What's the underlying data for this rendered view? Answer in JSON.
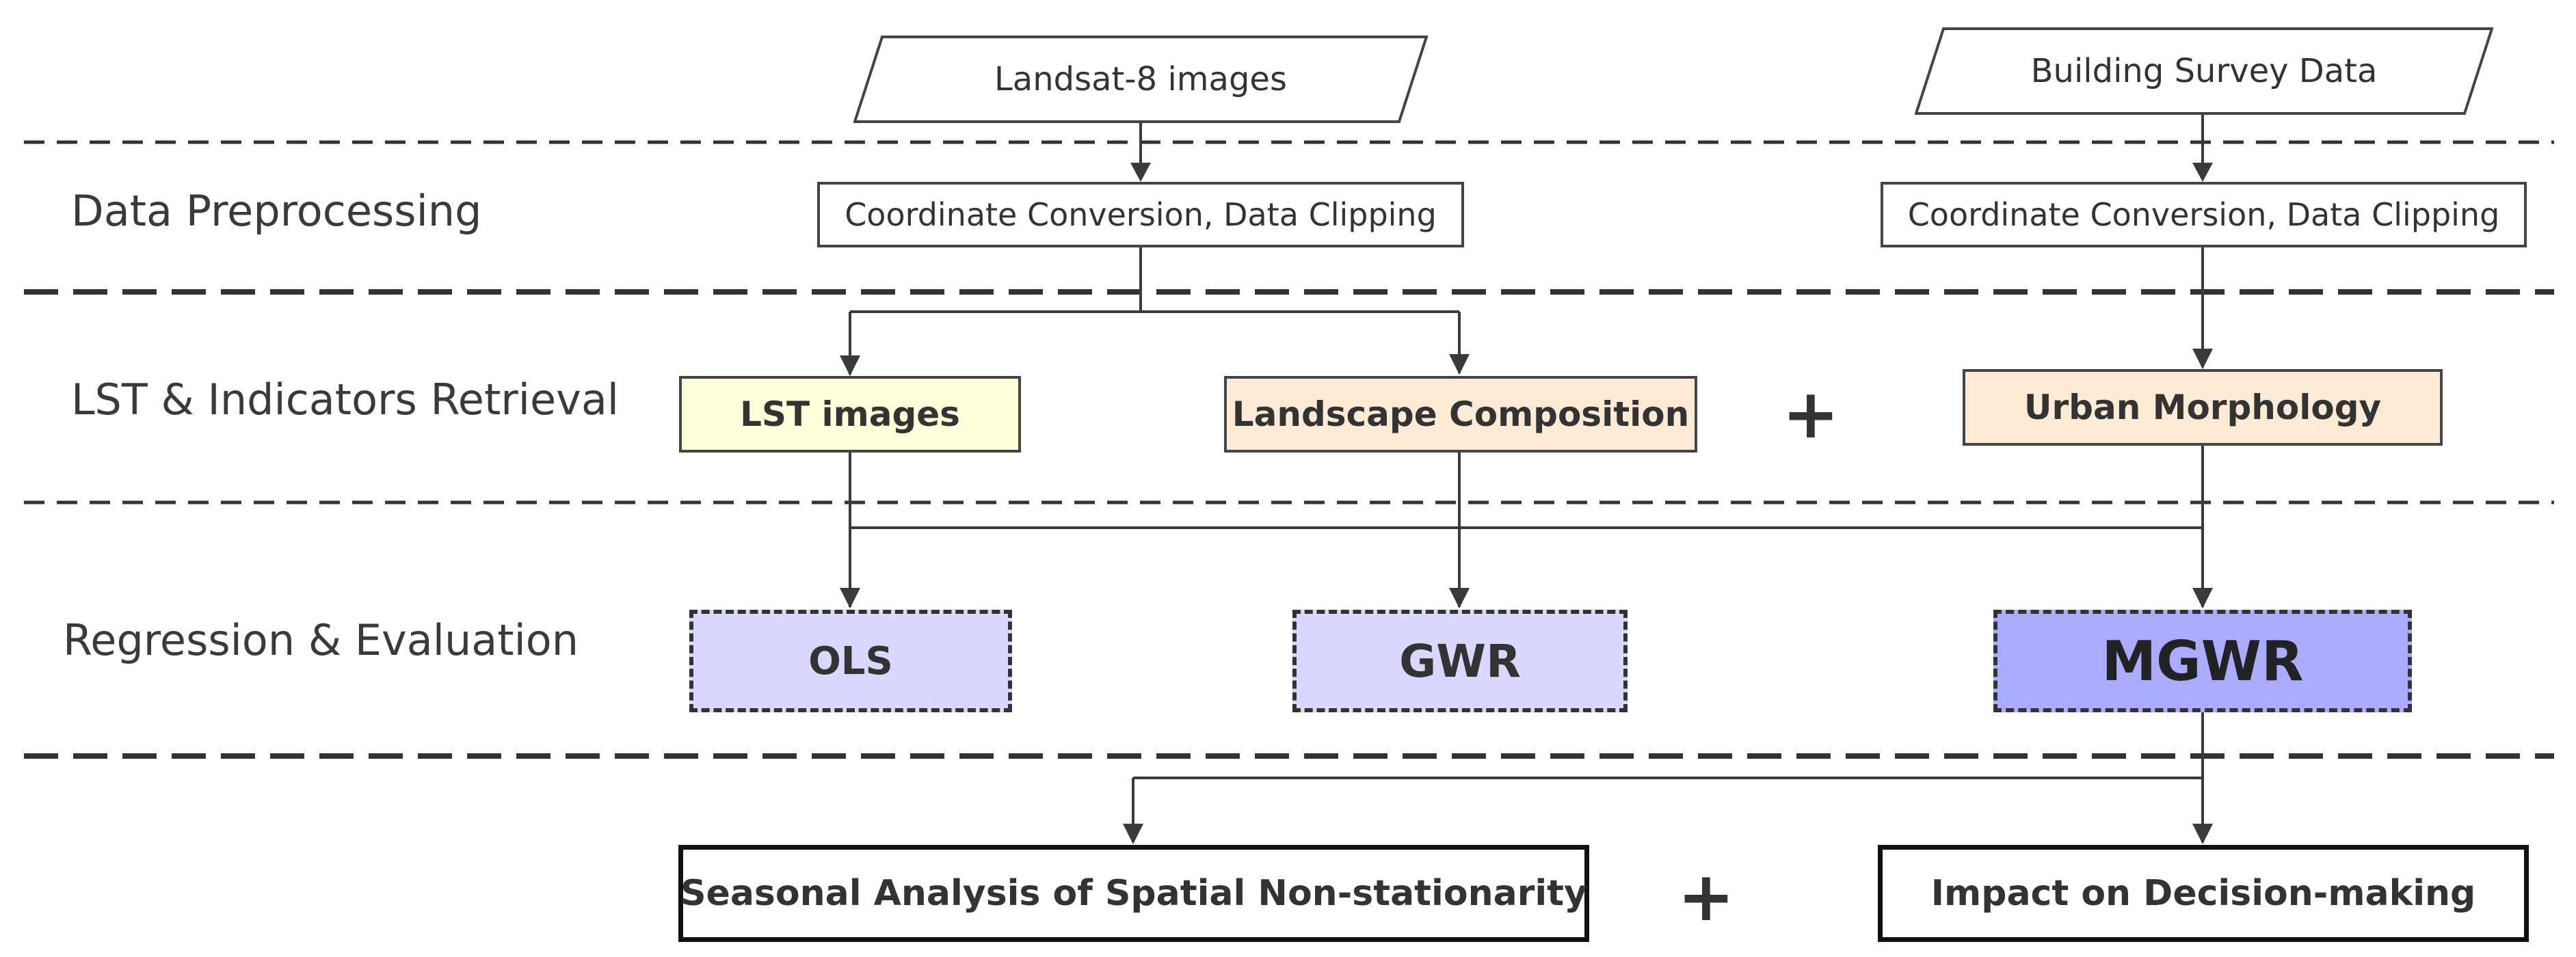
{
  "inputs": {
    "landsat": "Landsat-8 images",
    "building": "Building Survey Data"
  },
  "stages": {
    "preprocessing": "Data Preprocessing",
    "retrieval": "LST & Indicators Retrieval",
    "regression": "Regression & Evaluation"
  },
  "preprocessing": {
    "left": "Coordinate Conversion, Data Clipping",
    "right": "Coordinate Conversion, Data Clipping"
  },
  "indicators": {
    "lst": "LST images",
    "landscape": "Landscape Composition",
    "plus": "+",
    "urban": "Urban Morphology"
  },
  "models": {
    "ols": "OLS",
    "gwr": "GWR",
    "mgwr": "MGWR"
  },
  "outputs": {
    "seasonal": "Seasonal Analysis of Spatial Non-stationarity",
    "plus": "+",
    "impact": "Impact on Decision-making"
  },
  "colors": {
    "lst_fill": "#FFFFD9",
    "landscape_fill": "#FDEBD6",
    "urban_fill": "#FDEBD6",
    "ols_fill": "#D9D9FF",
    "gwr_fill": "#D9D9FF",
    "mgwr_fill": "#ABABFF"
  }
}
